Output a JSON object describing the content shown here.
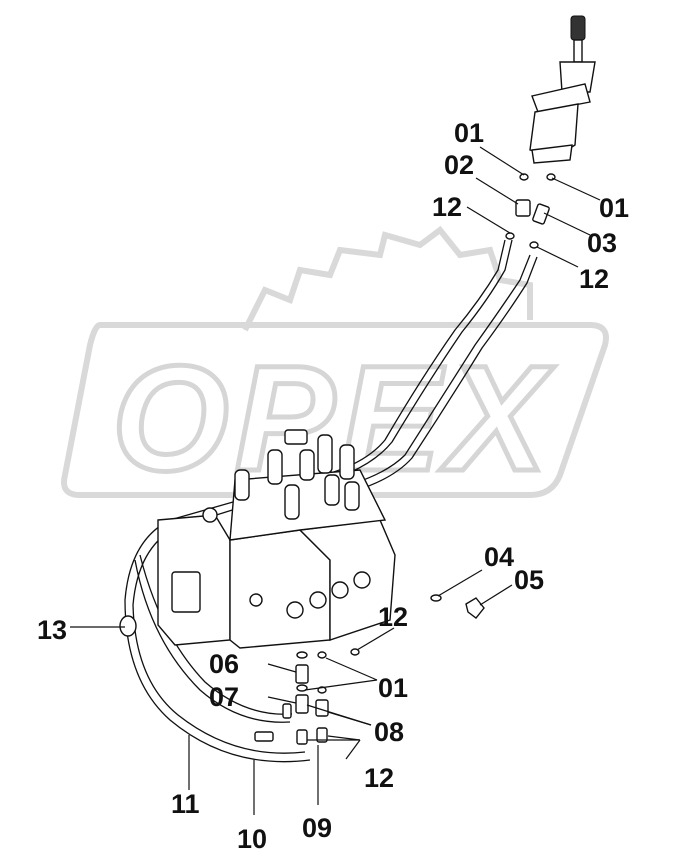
{
  "watermark": {
    "text": "OPEX"
  },
  "corner_mark": "",
  "callouts": [
    {
      "id": "c01a",
      "text": "01"
    },
    {
      "id": "c02",
      "text": "02"
    },
    {
      "id": "c12a",
      "text": "12"
    },
    {
      "id": "c01b",
      "text": "01"
    },
    {
      "id": "c03",
      "text": "03"
    },
    {
      "id": "c12b",
      "text": "12"
    },
    {
      "id": "c04",
      "text": "04"
    },
    {
      "id": "c05",
      "text": "05"
    },
    {
      "id": "c13",
      "text": "13"
    },
    {
      "id": "c12c",
      "text": "12"
    },
    {
      "id": "c06",
      "text": "06"
    },
    {
      "id": "c01c",
      "text": "01"
    },
    {
      "id": "c07",
      "text": "07"
    },
    {
      "id": "c08",
      "text": "08"
    },
    {
      "id": "c12d",
      "text": "12"
    },
    {
      "id": "c11",
      "text": "11"
    },
    {
      "id": "c10",
      "text": "10"
    },
    {
      "id": "c09",
      "text": "09"
    }
  ]
}
